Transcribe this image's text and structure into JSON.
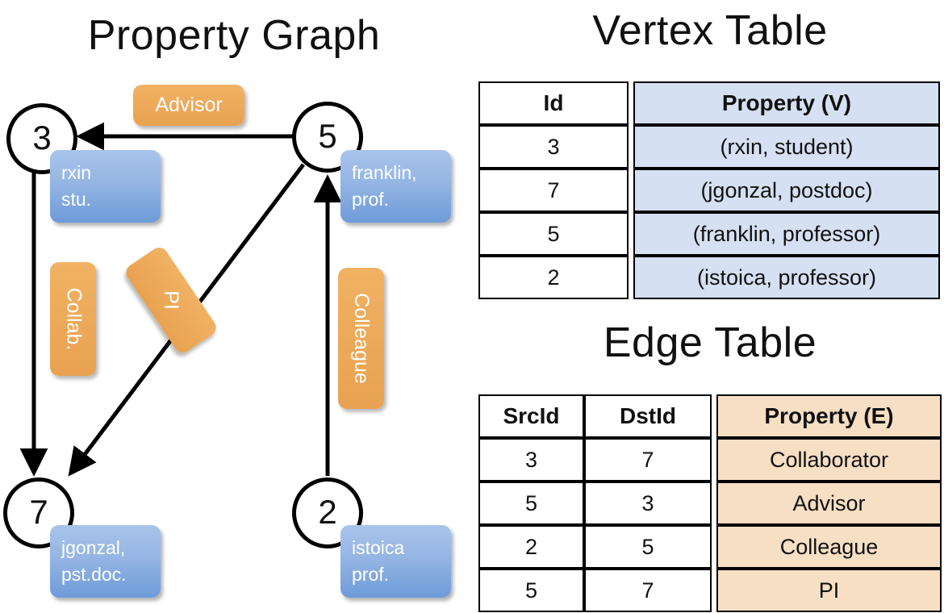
{
  "titles": {
    "property_graph": "Property Graph",
    "vertex_table": "Vertex Table",
    "edge_table": "Edge Table"
  },
  "graph": {
    "nodes": [
      {
        "id": "3",
        "property_lines": [
          "rxin",
          "stu."
        ]
      },
      {
        "id": "5",
        "property_lines": [
          "franklin,",
          "prof."
        ]
      },
      {
        "id": "7",
        "property_lines": [
          "jgonzal,",
          "pst.doc."
        ]
      },
      {
        "id": "2",
        "property_lines": [
          "istoica",
          "prof."
        ]
      }
    ],
    "edge_labels": [
      {
        "name": "advisor-label",
        "text": "Advisor"
      },
      {
        "name": "collab-label",
        "text": "Collab."
      },
      {
        "name": "pi-label",
        "text": "PI"
      },
      {
        "name": "colleague-label",
        "text": "Colleague"
      }
    ],
    "edges": [
      {
        "src": "5",
        "dst": "3",
        "label": "Advisor"
      },
      {
        "src": "3",
        "dst": "7",
        "label": "Collab."
      },
      {
        "src": "5",
        "dst": "7",
        "label": "PI"
      },
      {
        "src": "2",
        "dst": "5",
        "label": "Colleague"
      }
    ]
  },
  "vertex_table": {
    "headers": [
      "Id",
      "Property (V)"
    ],
    "rows": [
      {
        "id": "3",
        "property": "(rxin, student)"
      },
      {
        "id": "7",
        "property": "(jgonzal, postdoc)"
      },
      {
        "id": "5",
        "property": "(franklin, professor)"
      },
      {
        "id": "2",
        "property": "(istoica, professor)"
      }
    ]
  },
  "edge_table": {
    "headers": [
      "SrcId",
      "DstId",
      "Property (E)"
    ],
    "rows": [
      {
        "src": "3",
        "dst": "7",
        "property": "Collaborator"
      },
      {
        "src": "5",
        "dst": "3",
        "property": "Advisor"
      },
      {
        "src": "2",
        "dst": "5",
        "property": "Colleague"
      },
      {
        "src": "5",
        "dst": "7",
        "property": "PI"
      }
    ]
  },
  "colors": {
    "vertex_property_fill": "#d5e0f2",
    "edge_property_fill": "#f7dfc4",
    "node_property_box": "#7fa8dd",
    "edge_label_box": "#eeab5c",
    "background": "#ffffff",
    "stroke": "#000000"
  }
}
